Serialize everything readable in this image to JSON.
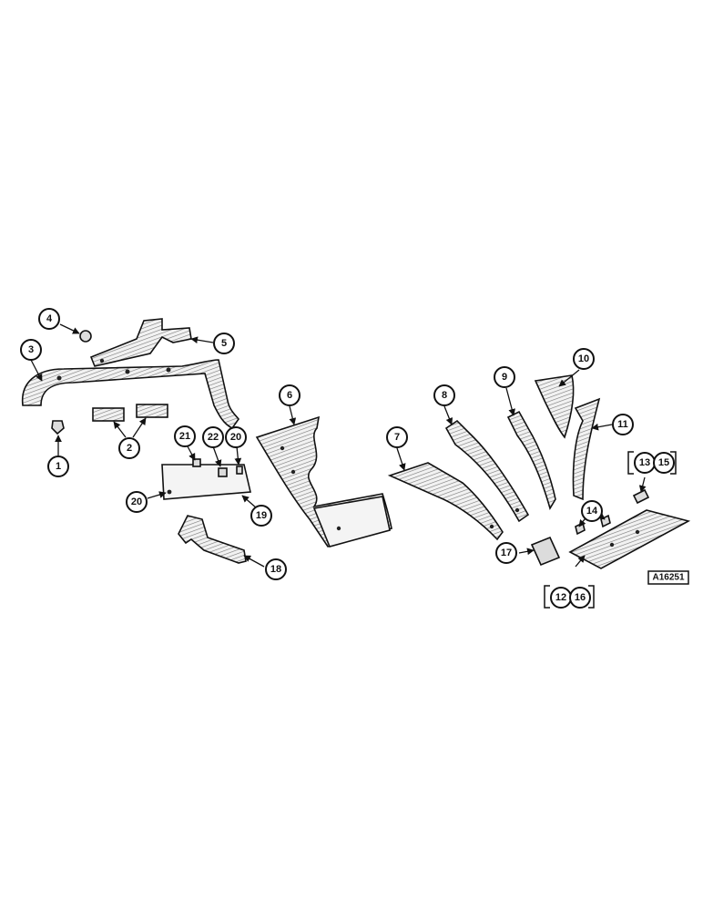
{
  "callouts": [
    "1",
    "2",
    "3",
    "4",
    "5",
    "6",
    "7",
    "8",
    "9",
    "10",
    "11",
    "12",
    "13",
    "14",
    "15",
    "16",
    "17",
    "18",
    "19",
    "20",
    "21",
    "22"
  ],
  "labels": {
    "c1": "1",
    "c2": "2",
    "c3": "3",
    "c4": "4",
    "c5": "5",
    "c6": "6",
    "c7": "7",
    "c8": "8",
    "c9": "9",
    "c10": "10",
    "c11": "11",
    "c12": "12",
    "c13": "13",
    "c14": "14",
    "c15": "15",
    "c16": "16",
    "c17": "17",
    "c18": "18",
    "c19": "19",
    "c20": "20",
    "c21": "21",
    "c22": "22"
  },
  "reference_code": "A16251"
}
